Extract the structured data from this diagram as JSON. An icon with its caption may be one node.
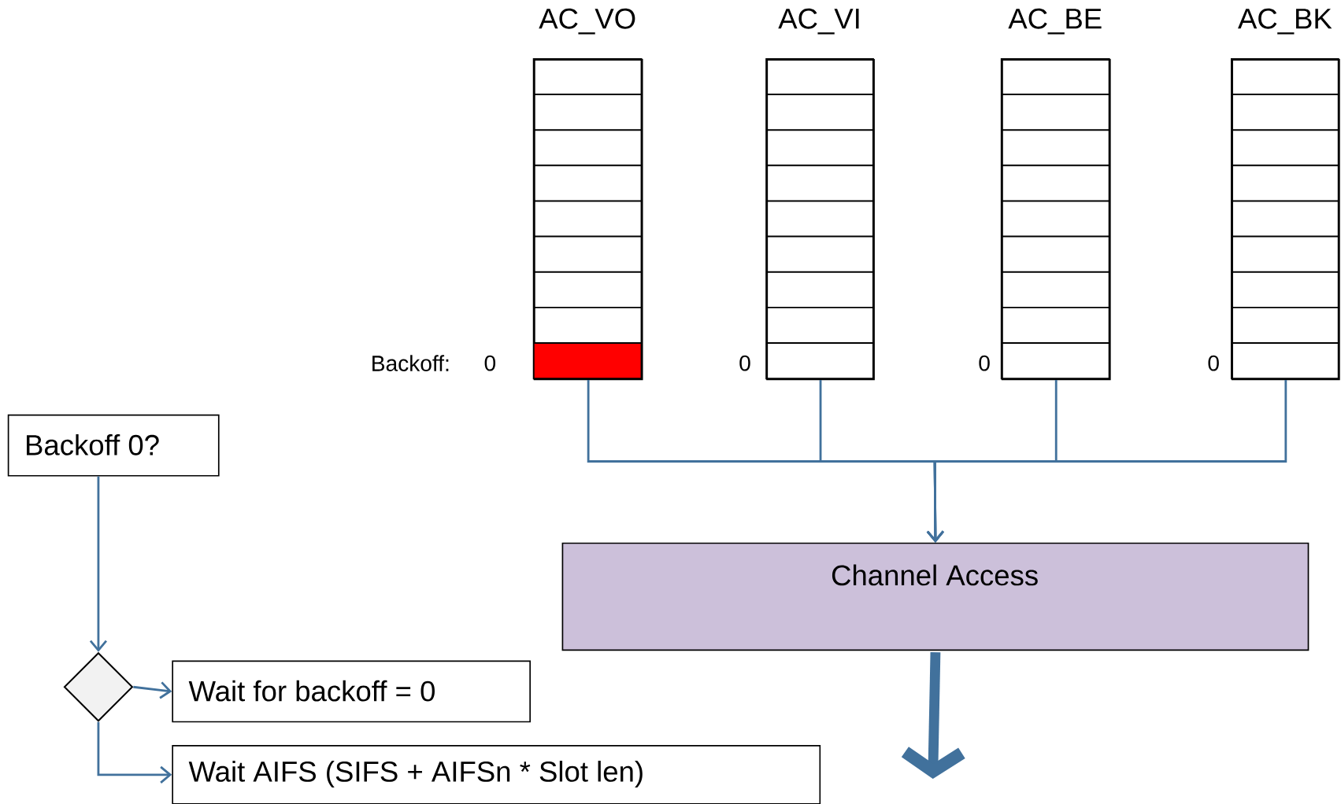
{
  "diagram": {
    "nodes": [
      {
        "text": [
          "AC_VO"
        ],
        "beside": [
          "Backoff:",
          "0"
        ]
      },
      {
        "text": [
          "AC_VI"
        ],
        "beside": [
          "0"
        ]
      },
      {
        "text": [
          "AC_BE"
        ],
        "beside": [
          "0"
        ]
      },
      {
        "text": [
          "AC_BK"
        ],
        "beside": [
          "0"
        ]
      },
      {
        "text": [
          "Channel Access"
        ]
      },
      {
        "text": [
          "Backoff 0?"
        ]
      },
      {
        "text": [],
        "shape": "diamond"
      },
      {
        "text": [
          "Wait for backoff = 0"
        ]
      },
      {
        "text": [
          "Wait AIFS (SIFS + AIFSn * Slot len)"
        ]
      }
    ],
    "edges": [
      {
        "from": 0,
        "to": 4,
        "arrow": "to"
      },
      {
        "from": 1,
        "to": 4,
        "arrow": "to"
      },
      {
        "from": 2,
        "to": 4,
        "arrow": "to"
      },
      {
        "from": 3,
        "to": 4,
        "arrow": "to"
      },
      {
        "from": 4,
        "to": null,
        "arrow": "to",
        "style": "thick"
      },
      {
        "from": 5,
        "to": 6,
        "arrow": "to"
      },
      {
        "from": 6,
        "to": 7,
        "arrow": "to"
      },
      {
        "from": 6,
        "to": 8,
        "arrow": "to"
      }
    ]
  }
}
